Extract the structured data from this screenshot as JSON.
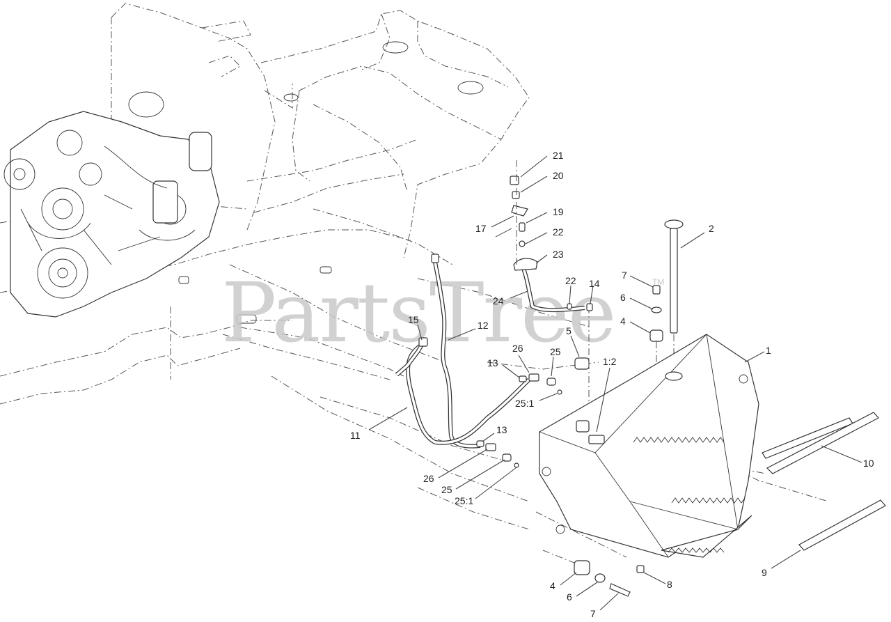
{
  "watermark": {
    "text": "PartsTree",
    "trademark": "TM"
  },
  "callouts": [
    {
      "id": "c21",
      "label": "21"
    },
    {
      "id": "c20",
      "label": "20"
    },
    {
      "id": "c19",
      "label": "19"
    },
    {
      "id": "c17",
      "label": "17"
    },
    {
      "id": "c22a",
      "label": "22"
    },
    {
      "id": "c23",
      "label": "23"
    },
    {
      "id": "c2",
      "label": "2"
    },
    {
      "id": "c7a",
      "label": "7"
    },
    {
      "id": "c22b",
      "label": "22"
    },
    {
      "id": "c14",
      "label": "14"
    },
    {
      "id": "c24",
      "label": "24"
    },
    {
      "id": "c6a",
      "label": "6"
    },
    {
      "id": "c4a",
      "label": "4"
    },
    {
      "id": "c15",
      "label": "15"
    },
    {
      "id": "c12",
      "label": "12"
    },
    {
      "id": "c5",
      "label": "5"
    },
    {
      "id": "c26a",
      "label": "26"
    },
    {
      "id": "c25a",
      "label": "25"
    },
    {
      "id": "c13a",
      "label": "13"
    },
    {
      "id": "c1_2",
      "label": "1:2"
    },
    {
      "id": "c1",
      "label": "1"
    },
    {
      "id": "c25_1a",
      "label": "25:1"
    },
    {
      "id": "c11",
      "label": "11"
    },
    {
      "id": "c13b",
      "label": "13"
    },
    {
      "id": "c10",
      "label": "10"
    },
    {
      "id": "c26b",
      "label": "26"
    },
    {
      "id": "c25b",
      "label": "25"
    },
    {
      "id": "c25_1b",
      "label": "25:1"
    },
    {
      "id": "c9",
      "label": "9"
    },
    {
      "id": "c8",
      "label": "8"
    },
    {
      "id": "c4b",
      "label": "4"
    },
    {
      "id": "c6b",
      "label": "6"
    },
    {
      "id": "c7b",
      "label": "7"
    }
  ]
}
